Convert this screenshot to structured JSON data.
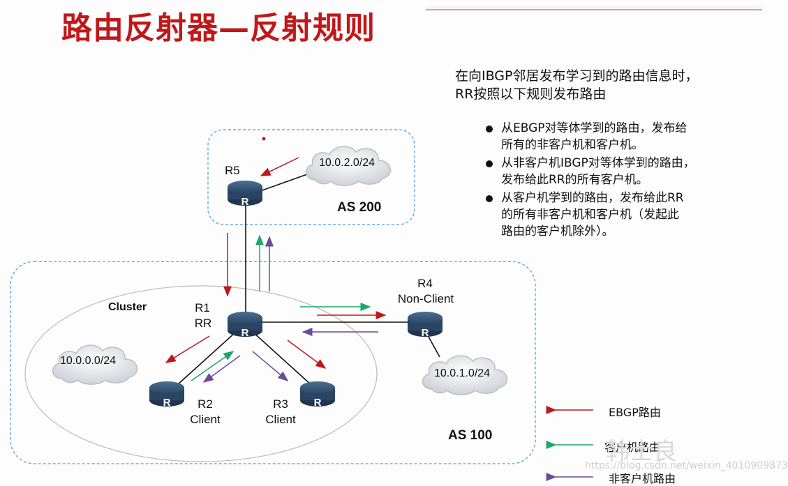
{
  "title": "路由反射器—反射规则",
  "intro": [
    "在向IBGP邻居发布学习到的路由信息时，",
    "RR按照以下规则发布路由"
  ],
  "rules": [
    [
      "从EBGP对等体学到的路由，发布给",
      "所有的非客户机和客户机。"
    ],
    [
      "从非客户机IBGP对等体学到的路由，",
      "发布给此RR的所有客户机。"
    ],
    [
      "从客户机学到的路由，发布给此RR",
      "的所有非客户机和客户机（发起此",
      "路由的客户机除外）。"
    ]
  ],
  "routers": {
    "r5": {
      "name": "R5"
    },
    "r1": {
      "name": "R1",
      "role": "RR"
    },
    "r4": {
      "name": "R4",
      "role": "Non-Client"
    },
    "r2": {
      "name": "R2",
      "role": "Client"
    },
    "r3": {
      "name": "R3",
      "role": "Client"
    }
  },
  "router_glyph": "R",
  "networks": {
    "as200": "10.0.2.0/24",
    "r4": "10.0.1.0/24",
    "r2": "10.0.0.0/24"
  },
  "as_labels": {
    "as200": "AS 200",
    "as100": "AS 100"
  },
  "cluster_label": "Cluster",
  "legend": [
    {
      "label": "EBGP路由",
      "color": "#c0181a"
    },
    {
      "label": "客户机路由",
      "color": "#1aaa6a"
    },
    {
      "label": "非客户机路由",
      "color": "#6a4a9a"
    }
  ],
  "colors": {
    "ebgp": "#c0181a",
    "client": "#1aaa6a",
    "nonclient": "#6a4a9a",
    "as_border": "#6aaed6",
    "router": "#2f4f6f"
  },
  "watermark": "韩士良",
  "watermark_url": "https://blog.csdn.net/weixin_4010909873"
}
